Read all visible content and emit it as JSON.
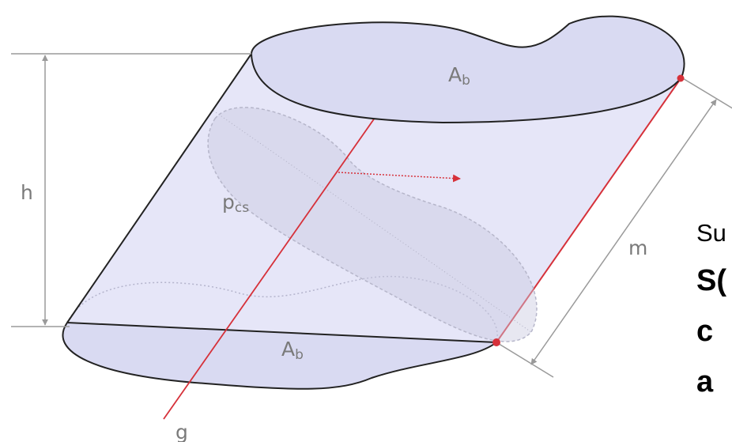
{
  "diagram": {
    "labels": {
      "top_base_main": "A",
      "top_base_sub": "b",
      "bottom_base_main": "A",
      "bottom_base_sub": "b",
      "height": "h",
      "slant": "m",
      "section_main": "p",
      "section_sub": "cs",
      "axis": "g"
    },
    "side_text": [
      "Su",
      "S(",
      "c",
      "a"
    ],
    "colors": {
      "body_fill": "#e6e6f8",
      "base_fill": "#d9daf2",
      "outline": "#222222",
      "axis": "#d6313a",
      "dimension": "#9a9a9a",
      "section_fill": "#c9cae0",
      "label": "#7a7a7a"
    }
  }
}
